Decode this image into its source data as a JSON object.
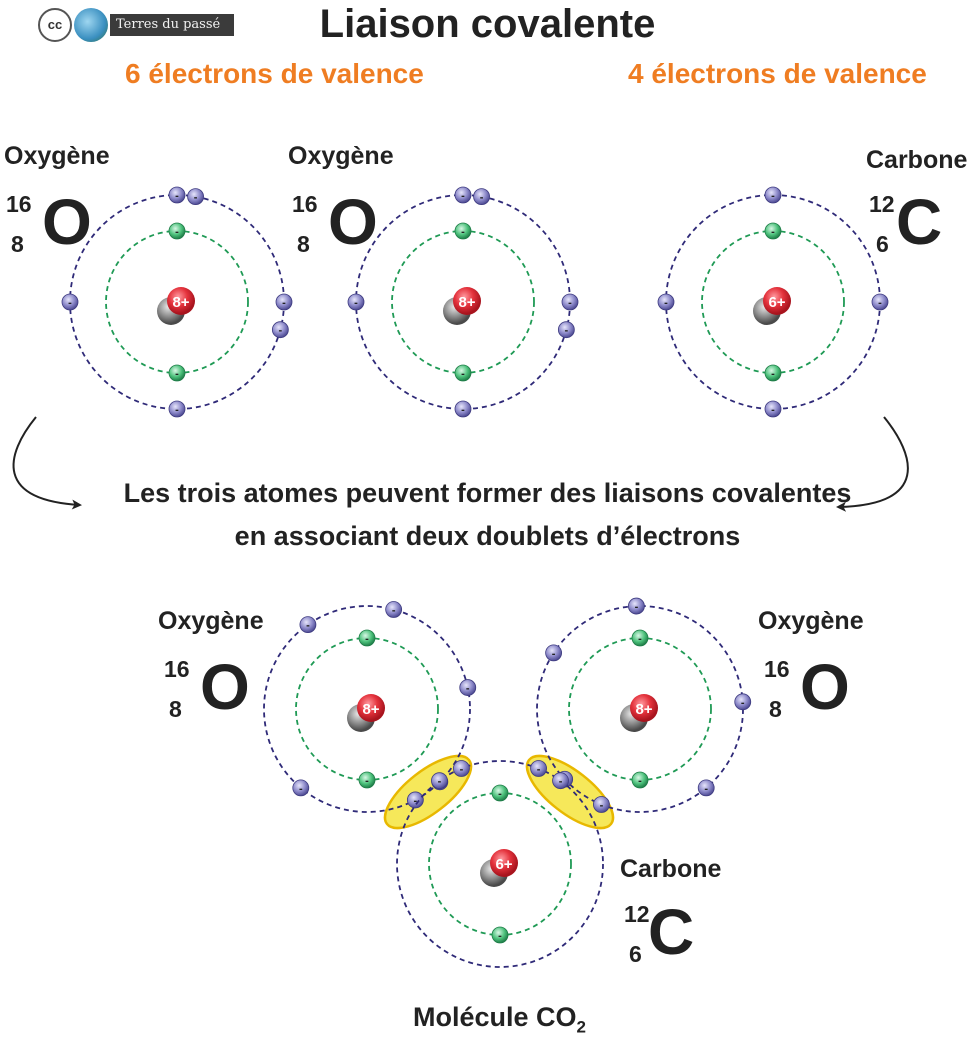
{
  "header": {
    "logo_cc": "cc",
    "logo_text": "Terres du passé",
    "title": "Liaison covalente"
  },
  "valence": {
    "oxygen": "6 électrons de valence",
    "carbon": "4 électrons de valence"
  },
  "atoms": {
    "oxygen": {
      "name": "Oxygène",
      "symbol": "O",
      "mass": "16",
      "number": "8",
      "charge": "8+"
    },
    "carbon": {
      "name": "Carbone",
      "symbol": "C",
      "mass": "12",
      "number": "6",
      "charge": "6+"
    }
  },
  "electron_sign": "-",
  "description": {
    "line1": "Les trois atomes peuvent former des liaisons covalentes",
    "line2": "en associant deux doublets d’électrons"
  },
  "molecule": {
    "label": "Molécule CO",
    "subscript": "2"
  },
  "colors": {
    "outer_orbit": "#2f2a78",
    "inner_orbit": "#1f9a55",
    "valence_electron": "#8a87c8",
    "core_electron": "#4cc17b",
    "nucleus_positive": "#e4323c",
    "nucleus_neutral": "#8a8a8a",
    "bond_highlight": "#f6e85a",
    "bond_outline": "#e8b800",
    "heading_orange": "#ef7d22"
  }
}
